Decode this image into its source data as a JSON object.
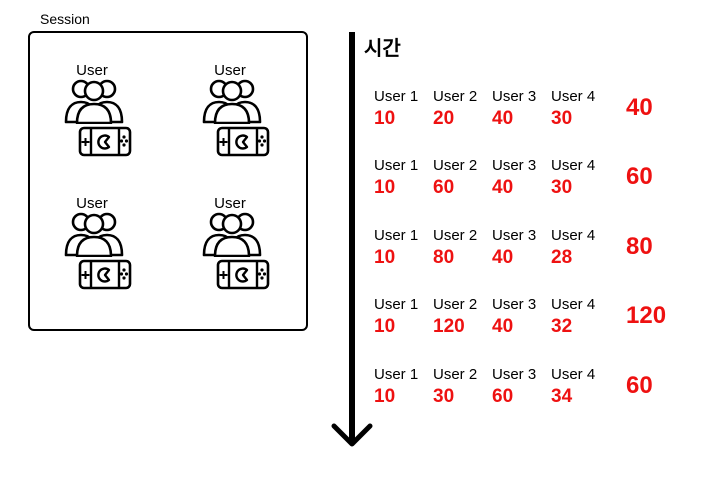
{
  "session": {
    "label": "Session",
    "players": [
      {
        "label": "User",
        "icon": "people-icon",
        "device": "game-console-icon"
      },
      {
        "label": "User",
        "icon": "people-icon",
        "device": "game-console-icon"
      },
      {
        "label": "User",
        "icon": "people-icon",
        "device": "game-console-icon"
      },
      {
        "label": "User",
        "icon": "people-icon",
        "device": "game-console-icon"
      }
    ]
  },
  "timeline": {
    "title": "시간",
    "arrow_icon": "down-arrow-icon",
    "rows": [
      {
        "users": [
          {
            "label": "User 1",
            "value": "10"
          },
          {
            "label": "User 2",
            "value": "20"
          },
          {
            "label": "User 3",
            "value": "40"
          },
          {
            "label": "User 4",
            "value": "30"
          }
        ],
        "total": "40"
      },
      {
        "users": [
          {
            "label": "User 1",
            "value": "10"
          },
          {
            "label": "User 2",
            "value": "60"
          },
          {
            "label": "User 3",
            "value": "40"
          },
          {
            "label": "User 4",
            "value": "30"
          }
        ],
        "total": "60"
      },
      {
        "users": [
          {
            "label": "User 1",
            "value": "10"
          },
          {
            "label": "User 2",
            "value": "80"
          },
          {
            "label": "User 3",
            "value": "40"
          },
          {
            "label": "User 4",
            "value": "28"
          }
        ],
        "total": "80"
      },
      {
        "users": [
          {
            "label": "User 1",
            "value": "10"
          },
          {
            "label": "User 2",
            "value": "120"
          },
          {
            "label": "User 3",
            "value": "40"
          },
          {
            "label": "User 4",
            "value": "32"
          }
        ],
        "total": "120"
      },
      {
        "users": [
          {
            "label": "User 1",
            "value": "10"
          },
          {
            "label": "User 2",
            "value": "30"
          },
          {
            "label": "User 3",
            "value": "60"
          },
          {
            "label": "User 4",
            "value": "34"
          }
        ],
        "total": "60"
      }
    ]
  },
  "colors": {
    "value": "#ee1111",
    "line": "#000000"
  }
}
